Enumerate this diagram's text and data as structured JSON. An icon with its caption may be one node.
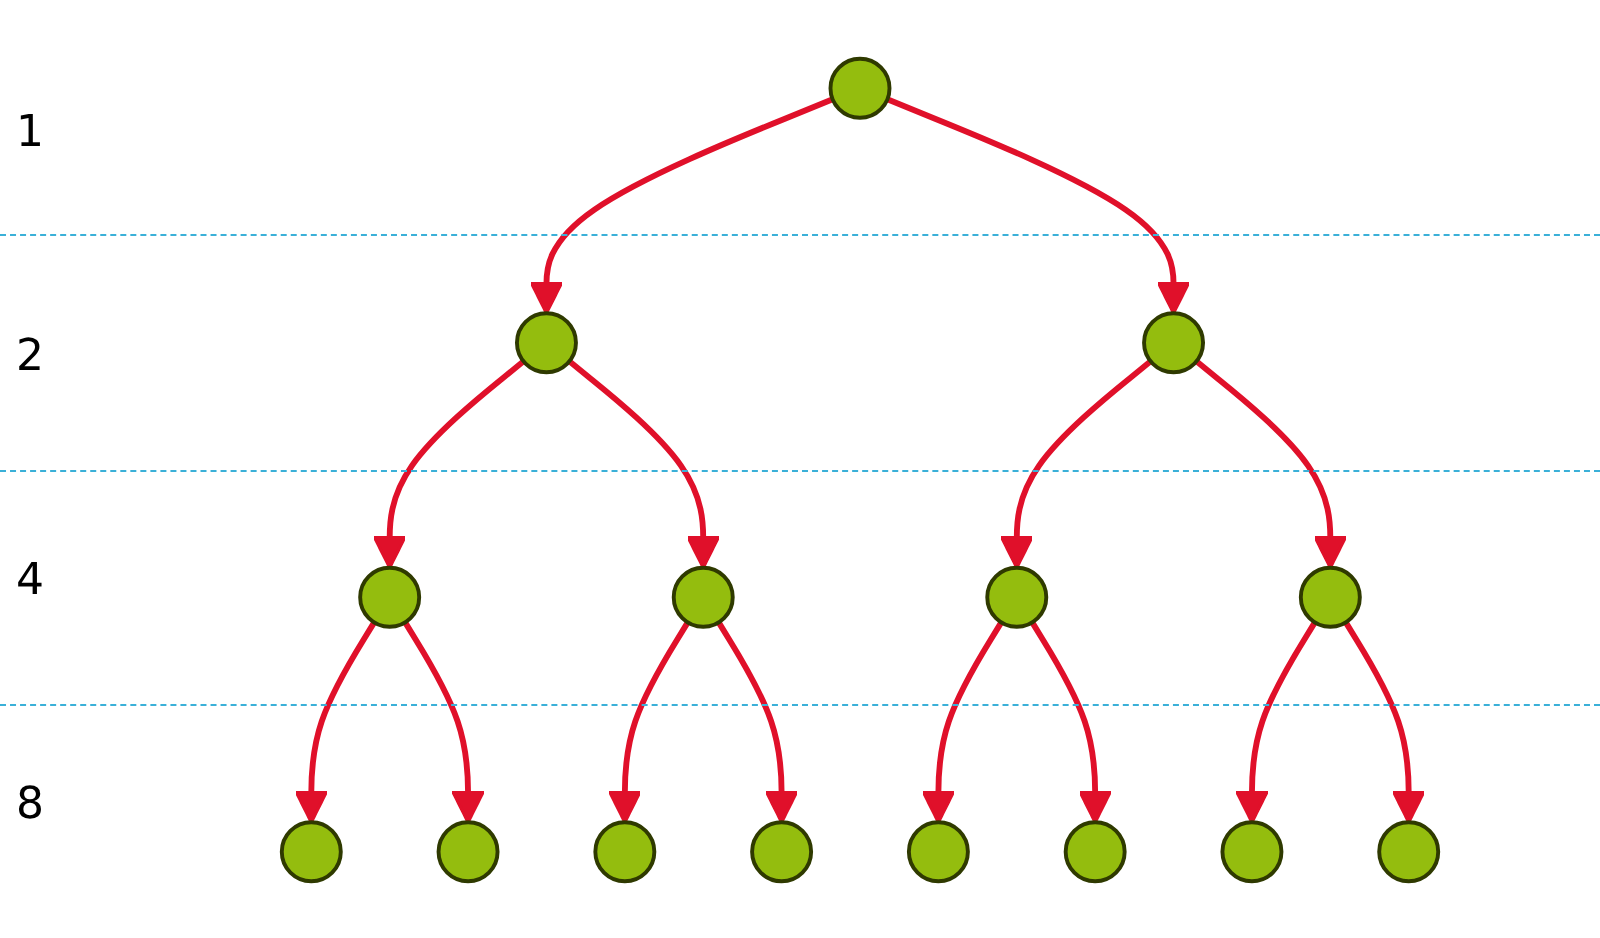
{
  "diagram": {
    "nodes": [
      {
        "text": [],
        "shape": "ellipse"
      },
      {
        "text": [],
        "shape": "ellipse"
      },
      {
        "text": [],
        "shape": "ellipse"
      },
      {
        "text": [],
        "shape": "ellipse"
      },
      {
        "text": [],
        "shape": "ellipse"
      },
      {
        "text": [],
        "shape": "ellipse"
      },
      {
        "text": [],
        "shape": "ellipse"
      },
      {
        "text": [],
        "shape": "ellipse"
      },
      {
        "text": [],
        "shape": "ellipse"
      },
      {
        "text": [],
        "shape": "ellipse"
      },
      {
        "text": [],
        "shape": "ellipse"
      },
      {
        "text": [],
        "shape": "ellipse"
      },
      {
        "text": [],
        "shape": "ellipse"
      },
      {
        "text": [],
        "shape": "ellipse"
      },
      {
        "text": [],
        "shape": "ellipse"
      }
    ],
    "edges": [
      {
        "from": 0,
        "to": 1,
        "arrow": "to"
      },
      {
        "from": 0,
        "to": 2,
        "arrow": "to"
      },
      {
        "from": 1,
        "to": 3,
        "arrow": "to"
      },
      {
        "from": 1,
        "to": 4,
        "arrow": "to"
      },
      {
        "from": 2,
        "to": 5,
        "arrow": "to"
      },
      {
        "from": 2,
        "to": 6,
        "arrow": "to"
      },
      {
        "from": 3,
        "to": 7,
        "arrow": "to"
      },
      {
        "from": 3,
        "to": 8,
        "arrow": "to"
      },
      {
        "from": 4,
        "to": 9,
        "arrow": "to"
      },
      {
        "from": 4,
        "to": 10,
        "arrow": "to"
      },
      {
        "from": 5,
        "to": 11,
        "arrow": "to"
      },
      {
        "from": 5,
        "to": 12,
        "arrow": "to"
      },
      {
        "from": 6,
        "to": 13,
        "arrow": "to"
      },
      {
        "from": 6,
        "to": 14,
        "arrow": "to"
      }
    ],
    "labels": [
      "1",
      "2",
      "4",
      "8"
    ]
  }
}
